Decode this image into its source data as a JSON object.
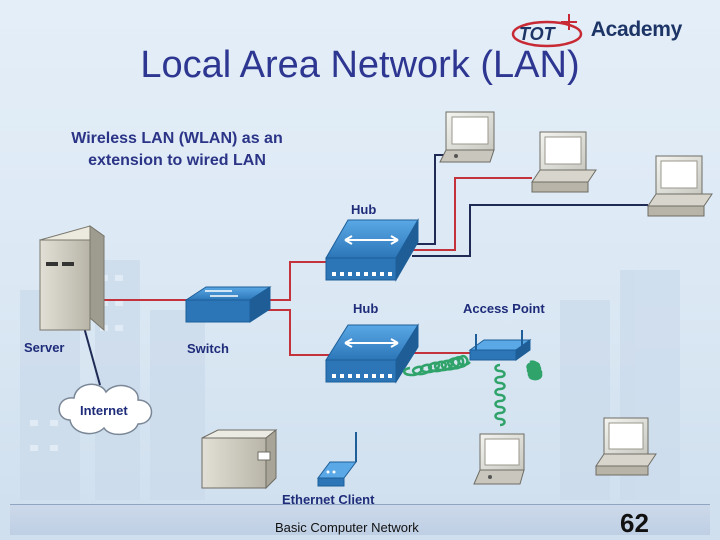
{
  "slide": {
    "title": "Local Area Network (LAN)",
    "subtitle_line1": "Wireless LAN (WLAN) as an",
    "subtitle_line2": "extension to wired LAN",
    "logo_text": "Academy",
    "footer_text": "Basic Computer Network",
    "page_number": "62"
  },
  "labels": {
    "hub_top": "Hub",
    "hub_bottom": "Hub",
    "access_point": "Access Point",
    "server": "Server",
    "switch": "Switch",
    "internet": "Internet",
    "ethernet_client": "Ethernet Client"
  },
  "colors": {
    "title": "#2d3691",
    "label": "#1f2c7a",
    "cable": "#c4323c",
    "cable_dark": "#1f2a55",
    "device_blue": "#2f7fc1",
    "wireless_green": "#2fa36a"
  }
}
